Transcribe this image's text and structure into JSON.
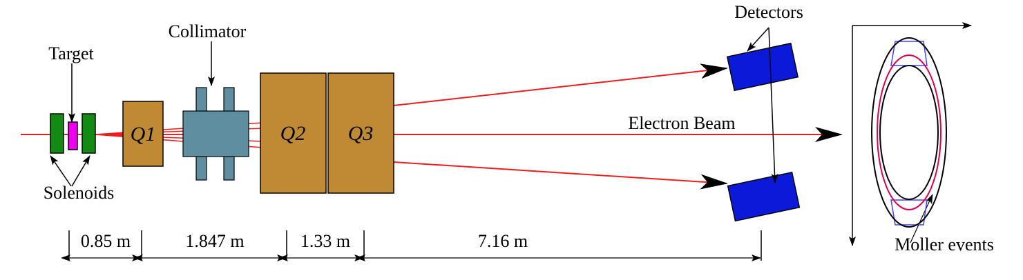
{
  "labels": {
    "target": "Target",
    "collimator": "Collimator",
    "solenoids": "Solenoids",
    "detectors": "Detectors",
    "electron_beam": "Electron Beam",
    "moller_events": "Moller events"
  },
  "magnets": {
    "q1": "Q1",
    "q2": "Q2",
    "q3": "Q3"
  },
  "distances": {
    "d1": "0.85 m",
    "d2": "1.847 m",
    "d3": "1.33 m",
    "d4": "7.16 m"
  },
  "colors": {
    "solenoid": "#138a13",
    "target": "#ee00ee",
    "magnet": "#bf8a33",
    "collimator": "#5f8ea0",
    "detector": "#0a1ad8",
    "beam": "#ee1c1c",
    "moller_ring": "#e0004e",
    "moller_box": "#4040ff"
  }
}
